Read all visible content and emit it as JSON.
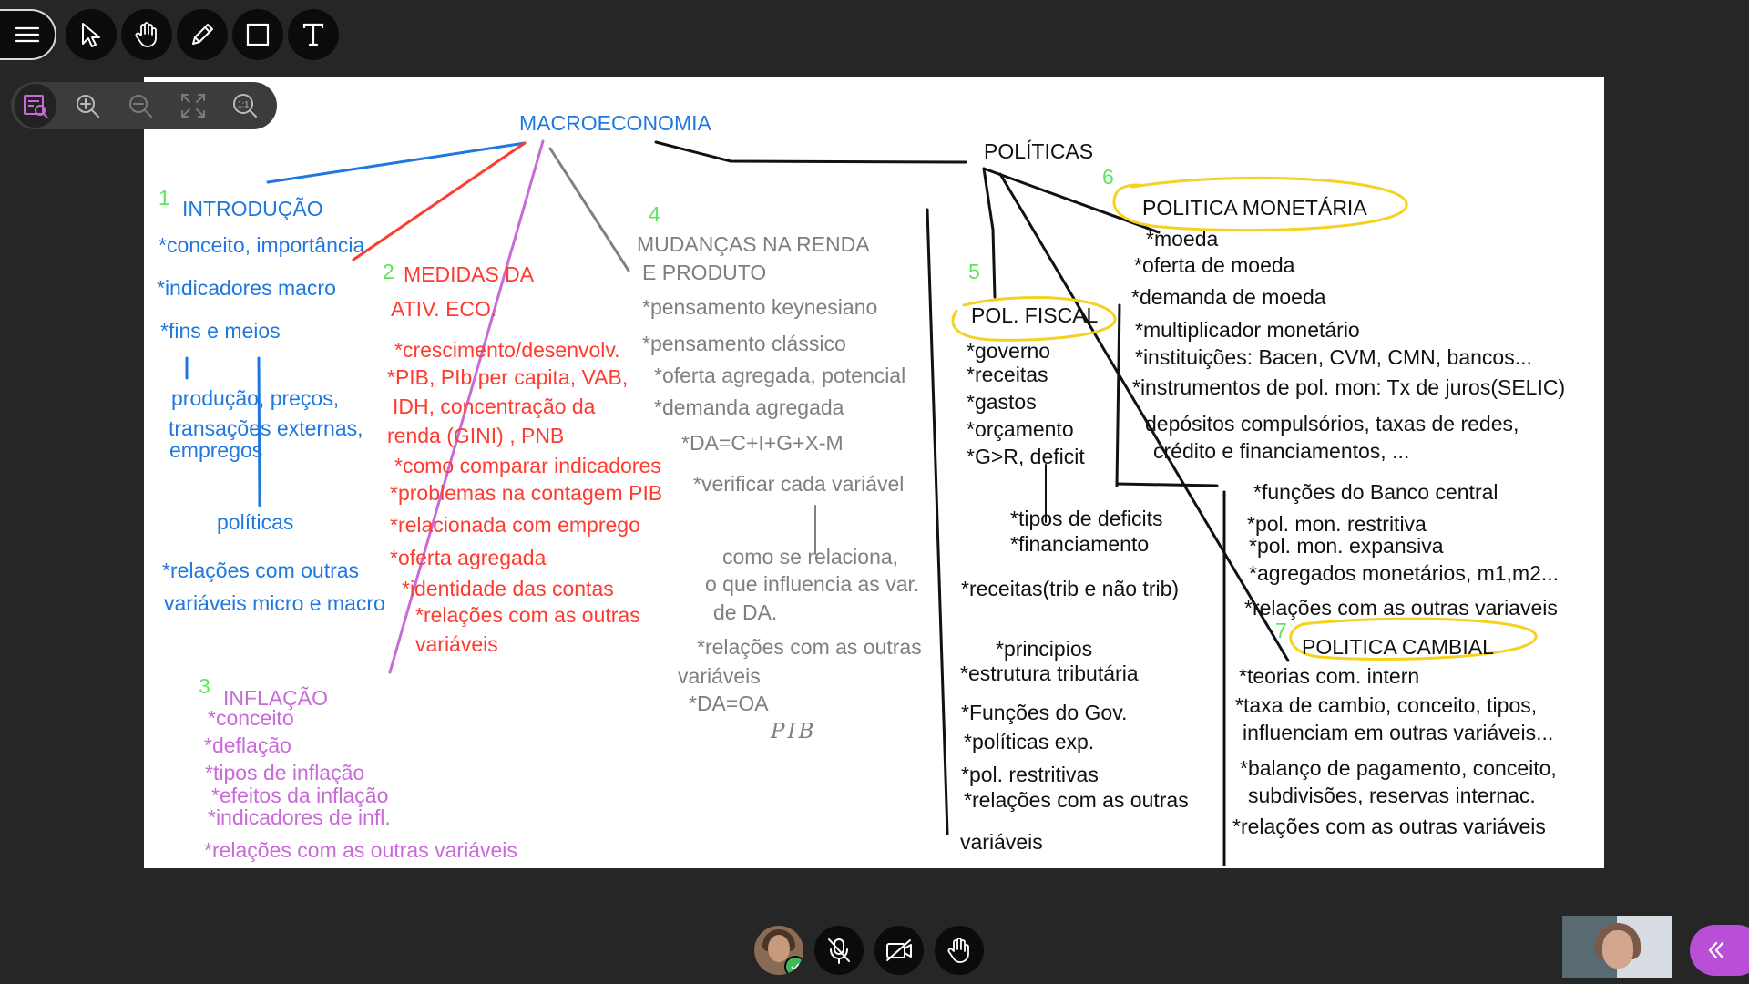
{
  "toolbar": {
    "items": [
      "menu-icon",
      "pointer-icon",
      "hand-icon",
      "pencil-icon",
      "shape-icon",
      "text-icon"
    ]
  },
  "zoombar": {
    "items": [
      "whiteboard-zoom-icon",
      "zoom-in-icon",
      "zoom-out-icon",
      "fit-screen-icon",
      "actual-size-icon"
    ],
    "actual_size_label": "1:1"
  },
  "whiteboard": {
    "colors": {
      "blue": "#1f78e0",
      "red": "#ff3b2f",
      "gray": "#7f7f7f",
      "purple": "#c86ad8",
      "black": "#111111",
      "green": "#5ce65c",
      "yellow": "#f5d21f"
    },
    "title": "MACROECONOMIA",
    "politicas": "POLÍTICAS",
    "s1": {
      "num": "1",
      "title": "INTRODUÇÃO",
      "items": [
        "*conceito, importância",
        "*indicadores macro",
        "*fins e meios",
        "produção, preços,",
        "transações externas,",
        "empregos",
        "políticas",
        "*relações com outras",
        "variáveis micro e macro"
      ]
    },
    "s2": {
      "num": "2",
      "title_1": "MEDIDAS DA",
      "title_2": "ATIV. ECO.",
      "items": [
        "*crescimento/desenvolv.",
        "*PIB, PIb per capita, VAB,",
        "IDH, concentração da",
        "renda (GINI) , PNB",
        "*como comparar indicadores",
        "*problemas na contagem PIB",
        "*relacionada com emprego",
        "*oferta agregada",
        "*identidade das contas",
        "*relações com as outras",
        "variáveis"
      ]
    },
    "s3": {
      "num": "3",
      "title": "INFLAÇÃO",
      "items": [
        "*conceito",
        "*deflação",
        "*tipos de inflação",
        "*efeitos da inflação",
        "*indicadores de infl.",
        "*relações com as outras variáveis"
      ]
    },
    "s4": {
      "num": "4",
      "title_1": "MUDANÇAS NA RENDA",
      "title_2": "E PRODUTO",
      "items": [
        "*pensamento keynesiano",
        "*pensamento clássico",
        "*oferta agregada, potencial",
        "*demanda agregada",
        "*DA=C+I+G+X-M",
        "*verificar cada variável",
        "como se relaciona,",
        "o que influencia as var.",
        "de DA.",
        "*relações com as outras",
        "variáveis",
        "*DA=OA"
      ],
      "handwritten": "PIB"
    },
    "s5": {
      "num": "5",
      "title": "POL. FISCAL",
      "items": [
        "*governo",
        "*receitas",
        "*gastos",
        "*orçamento",
        "*G>R, deficit",
        "*tipos de deficits",
        "*financiamento",
        "*receitas(trib e não trib)",
        "*principios",
        "*estrutura tributária",
        "*Funções do Gov.",
        "*políticas exp.",
        "*pol. restritivas",
        "*relações com as outras",
        "variáveis"
      ]
    },
    "s6": {
      "num": "6",
      "title": "POLITICA MONETÁRIA",
      "items": [
        "*moeda",
        "*oferta de moeda",
        "*demanda de moeda",
        "*multiplicador monetário",
        "*instituições: Bacen, CVM, CMN, bancos...",
        "*instrumentos de pol. mon: Tx de juros(SELIC)",
        "depósitos compulsórios, taxas de redes,",
        "crédito e financiamentos, ...",
        "*funções do Banco central",
        "*pol. mon. restritiva",
        "*pol. mon. expansiva",
        "*agregados monetários, m1,m2...",
        "*relações com as outras variaveis"
      ]
    },
    "s7": {
      "num": "7",
      "title": "POLITICA CAMBIAL",
      "items": [
        "*teorias com. intern",
        "*taxa de cambio, conceito, tipos,",
        "influenciam em outras variáveis...",
        "*balanço de pagamento, conceito,",
        "subdivisões, reservas internac.",
        "*relações com as outras variáveis"
      ]
    }
  },
  "controls": {
    "items": [
      "participant-avatar",
      "microphone-muted-icon",
      "camera-off-icon",
      "raise-hand-icon"
    ]
  },
  "side_panel": {
    "icon": "double-chevron-left-icon"
  }
}
